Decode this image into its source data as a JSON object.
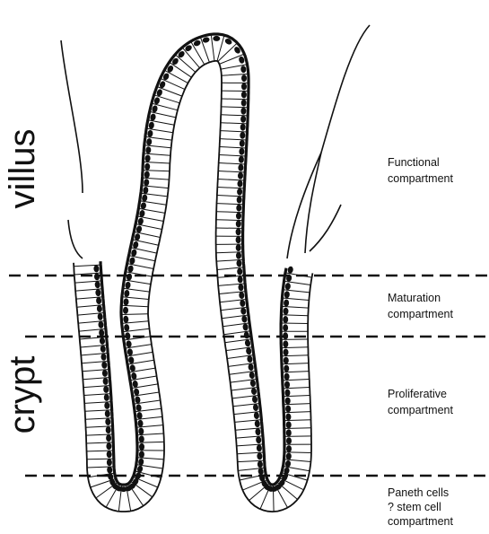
{
  "diagram": {
    "side_labels": {
      "upper": "villus",
      "lower": "crypt"
    },
    "compartments": [
      {
        "lines": [
          "Functional",
          "compartment"
        ]
      },
      {
        "lines": [
          "Maturation",
          "compartment"
        ]
      },
      {
        "lines": [
          "Proliferative",
          "compartment"
        ]
      },
      {
        "lines": [
          "Paneth cells",
          "? stem cell",
          "compartment"
        ]
      }
    ]
  }
}
